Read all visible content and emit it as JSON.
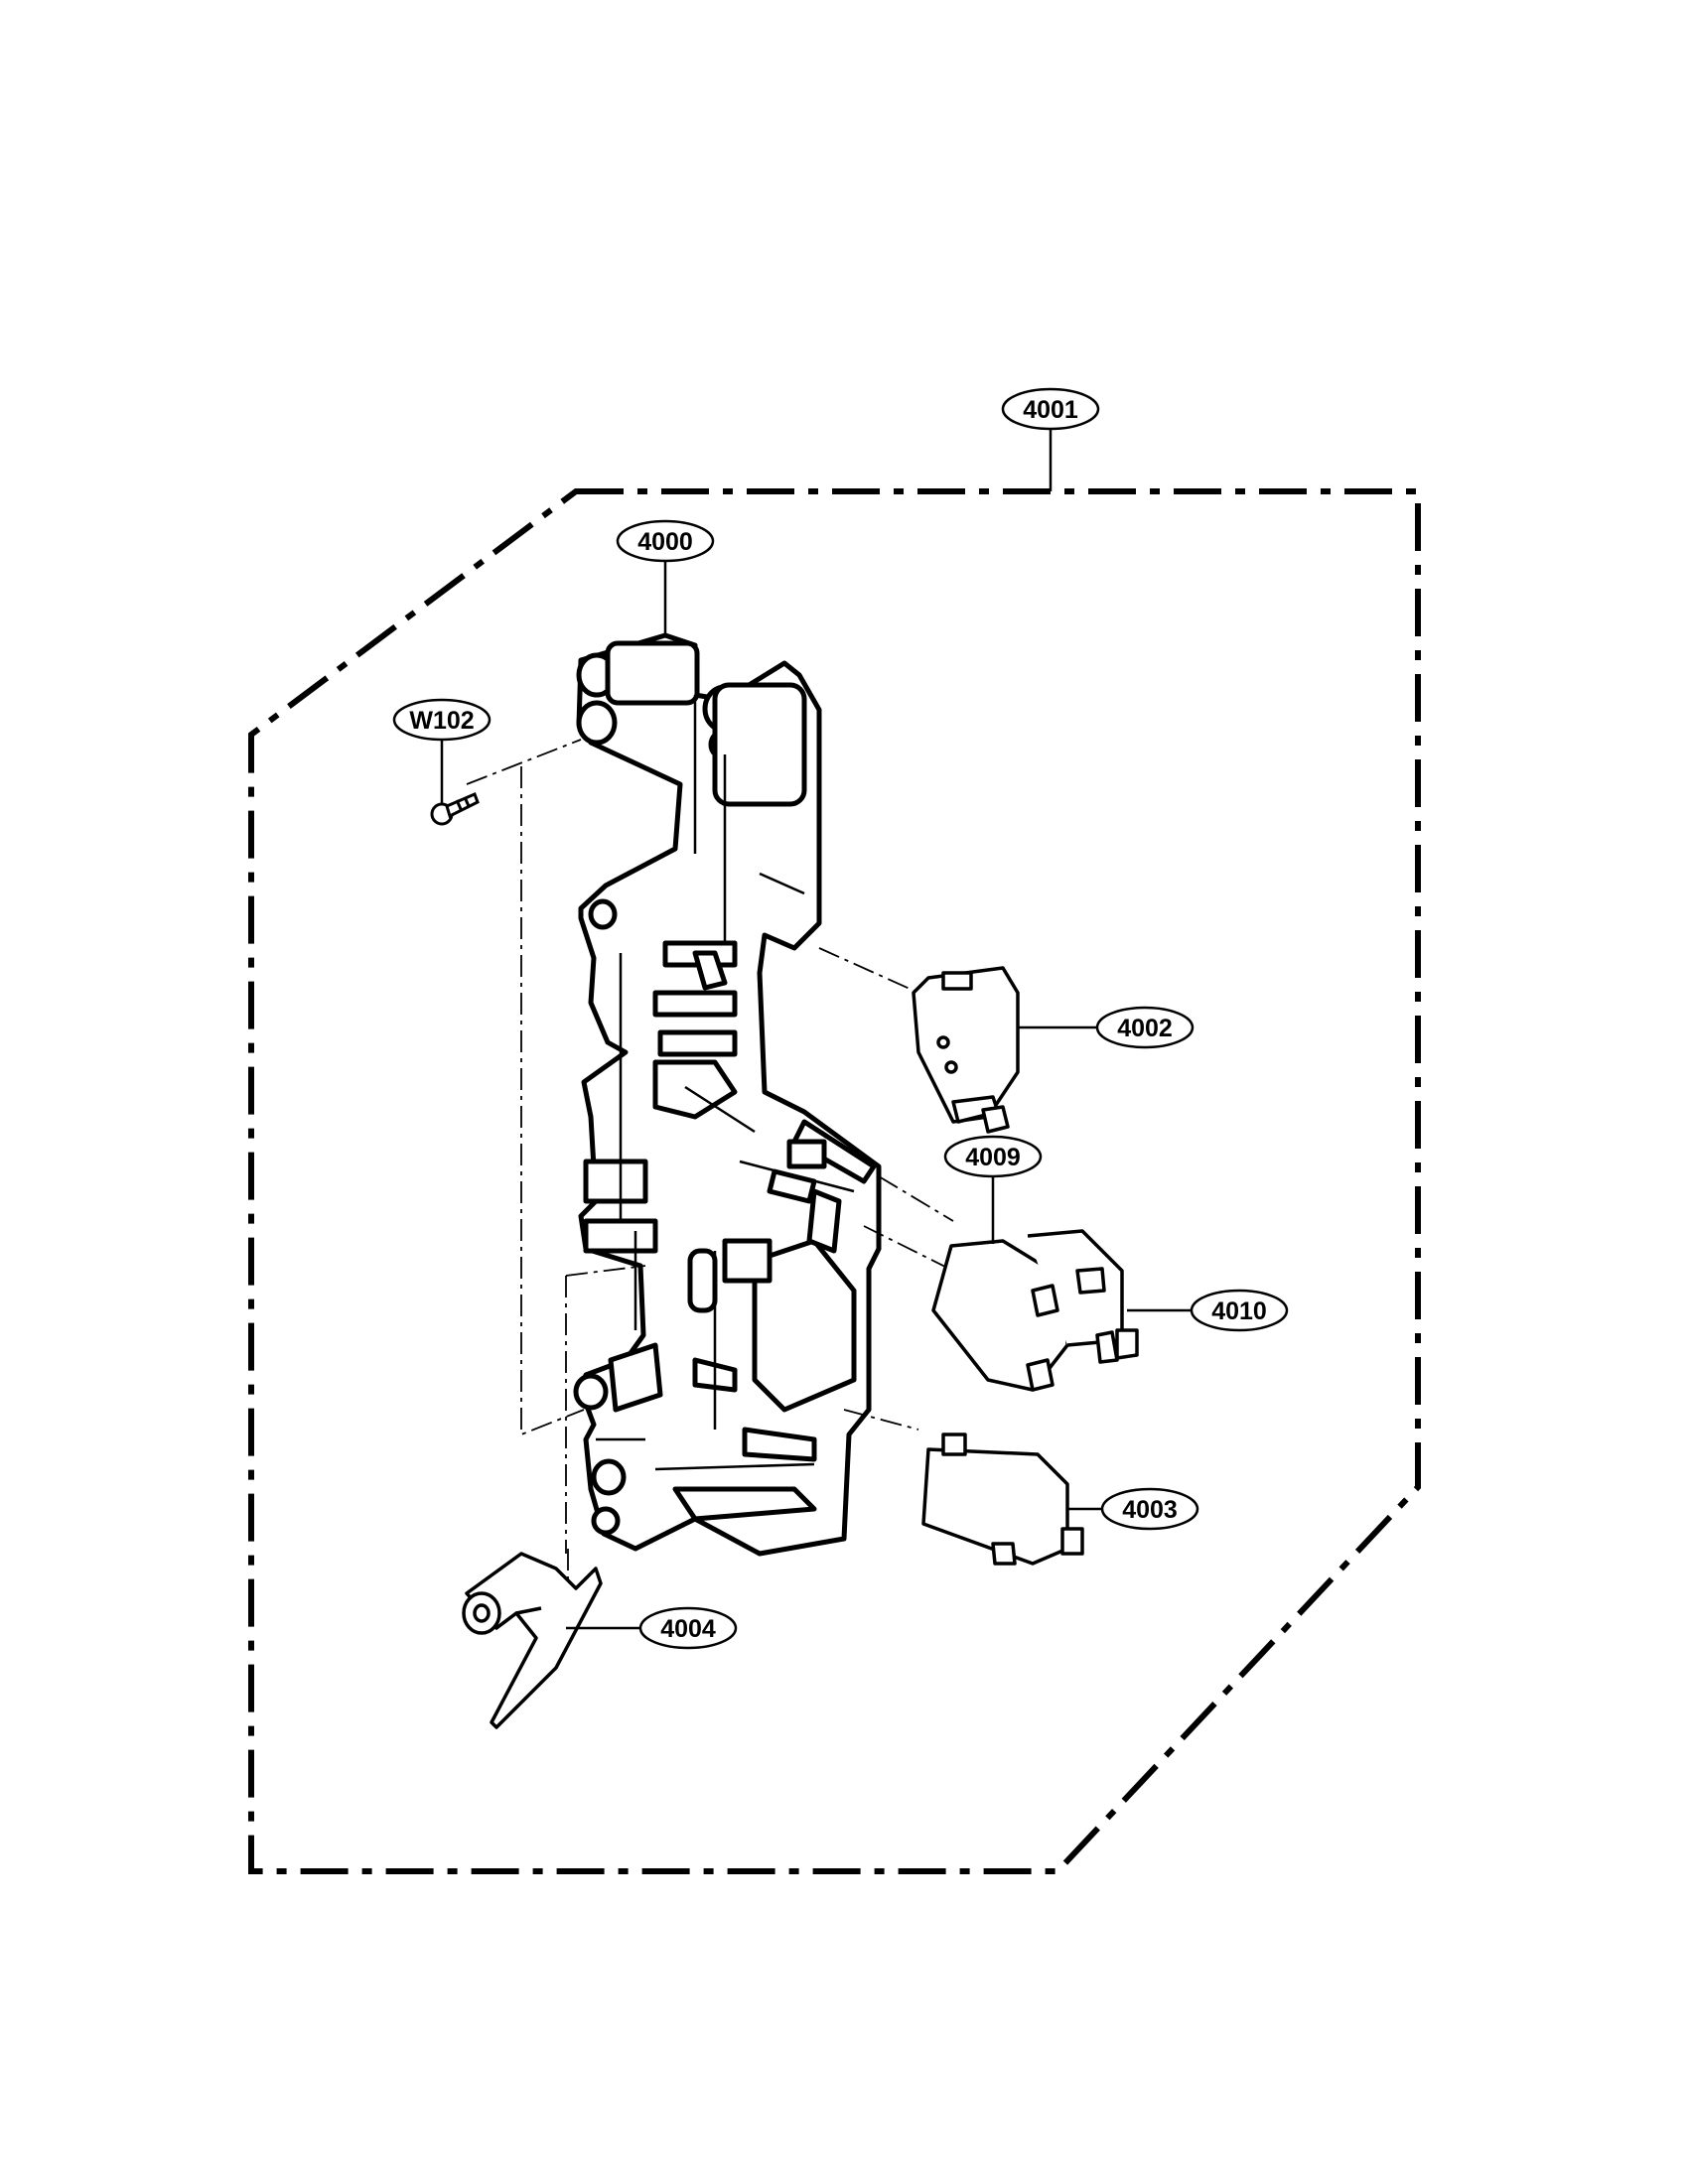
{
  "diagram": {
    "callouts": {
      "c4001": "4001",
      "c4000": "4000",
      "cW102": "W102",
      "c4002": "4002",
      "c4009": "4009",
      "c4010": "4010",
      "c4003": "4003",
      "c4004": "4004"
    },
    "colors": {
      "line": "#000000",
      "background": "#ffffff"
    }
  }
}
